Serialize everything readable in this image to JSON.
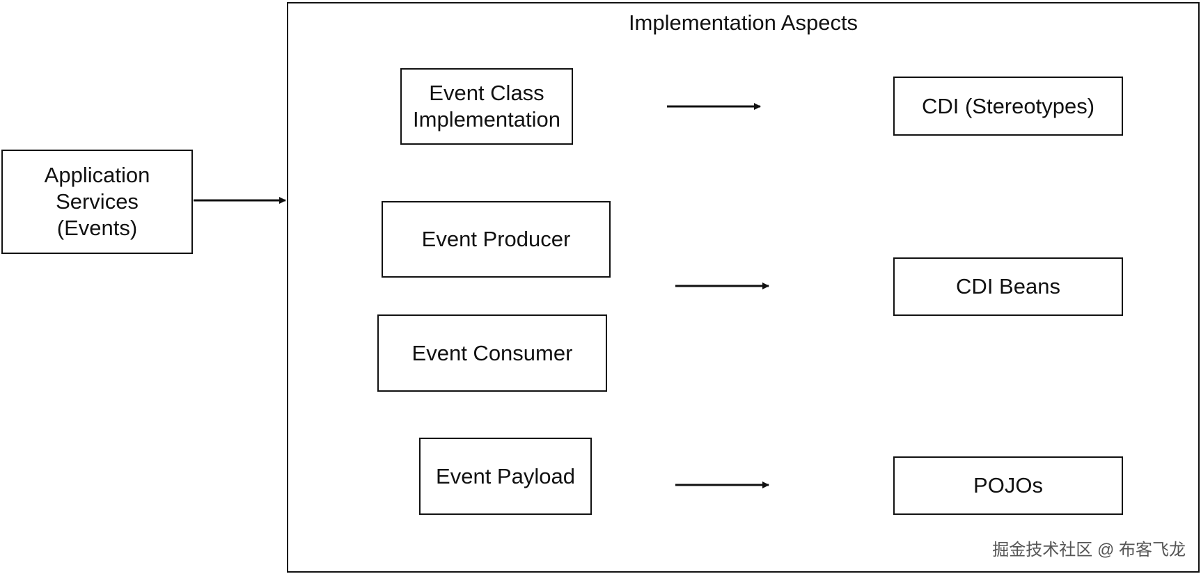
{
  "container": {
    "title": "Implementation Aspects"
  },
  "nodes": {
    "application_services": {
      "label": "Application\nServices\n(Events)"
    },
    "event_class_implementation": {
      "label": "Event Class\nImplementation"
    },
    "event_producer": {
      "label": "Event Producer"
    },
    "event_consumer": {
      "label": "Event Consumer"
    },
    "event_payload": {
      "label": "Event Payload"
    },
    "cdi_stereotypes": {
      "label": "CDI (Stereotypes)"
    },
    "cdi_beans": {
      "label": "CDI Beans"
    },
    "pojos": {
      "label": "POJOs"
    }
  },
  "watermark": {
    "text": "掘金技术社区 @ 布客飞龙"
  },
  "colors": {
    "line": "#111111",
    "background": "#ffffff",
    "watermark": "#555555"
  }
}
